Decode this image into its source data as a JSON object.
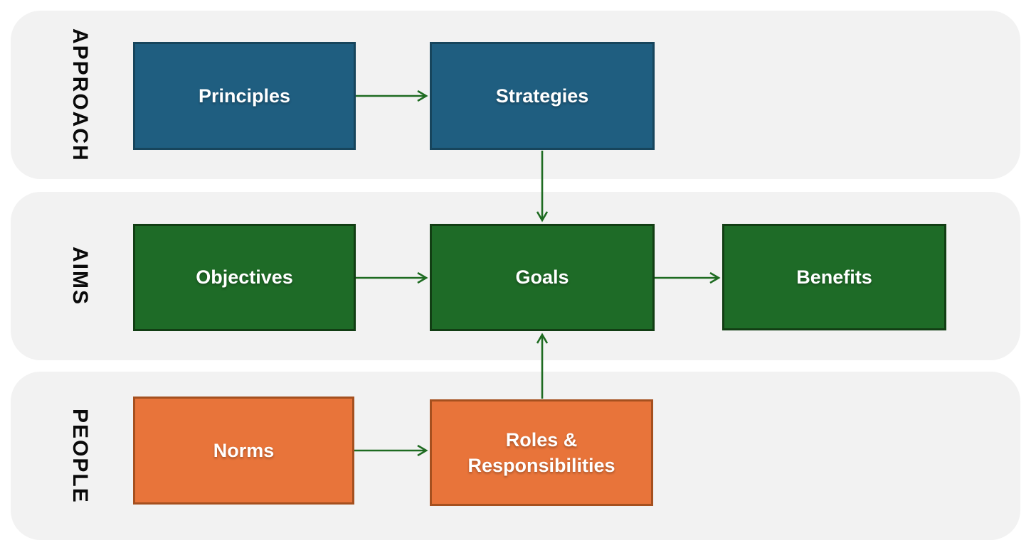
{
  "colors": {
    "background": "#ffffff",
    "band_bg": "#f2f2f2",
    "label_text": "#0a0a0a",
    "box_text": "#ffffff",
    "blue_fill": "#1f5e80",
    "blue_border": "#17455c",
    "green_fill": "#1e6b27",
    "green_border": "#123e14",
    "orange_fill": "#e8743a",
    "orange_border": "#a5501f",
    "arrow": "#1e6b21"
  },
  "bands": [
    {
      "label": "APPROACH",
      "boxes": [
        {
          "label": "Principles",
          "color": "blue"
        },
        {
          "label": "Strategies",
          "color": "blue"
        }
      ]
    },
    {
      "label": "AIMS",
      "boxes": [
        {
          "label": "Objectives",
          "color": "green"
        },
        {
          "label": "Goals",
          "color": "green"
        },
        {
          "label": "Benefits",
          "color": "green"
        }
      ]
    },
    {
      "label": "PEOPLE",
      "boxes": [
        {
          "label": "Norms",
          "color": "orange"
        },
        {
          "label": "Roles & Responsibilities",
          "color": "orange"
        }
      ]
    }
  ],
  "arrows": [
    {
      "from": "Principles",
      "to": "Strategies",
      "direction": "right"
    },
    {
      "from": "Strategies",
      "to": "Goals",
      "direction": "down"
    },
    {
      "from": "Objectives",
      "to": "Goals",
      "direction": "right"
    },
    {
      "from": "Goals",
      "to": "Benefits",
      "direction": "right"
    },
    {
      "from": "Norms",
      "to": "Roles & Responsibilities",
      "direction": "right"
    },
    {
      "from": "Roles & Responsibilities",
      "to": "Goals",
      "direction": "up"
    }
  ]
}
